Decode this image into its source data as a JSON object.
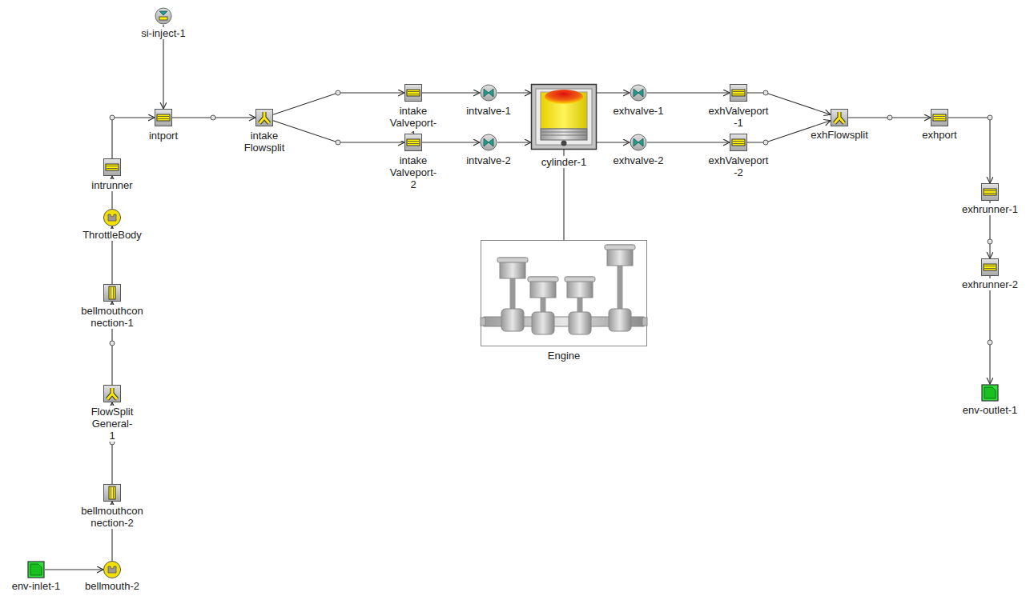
{
  "diagram": {
    "nodes": [
      {
        "text": [
          "si-inject-1"
        ]
      },
      {
        "text": [
          "intport"
        ]
      },
      {
        "text": [
          "intrunner"
        ]
      },
      {
        "text": [
          "ThrottleBody"
        ]
      },
      {
        "text": [
          "bellmouthcon nection-1"
        ]
      },
      {
        "text": [
          "FlowSplit General-1"
        ]
      },
      {
        "text": [
          "bellmouthcon nection-2"
        ]
      },
      {
        "text": [
          "env-inlet-1"
        ]
      },
      {
        "text": [
          "bellmouth-2"
        ]
      },
      {
        "text": [
          "intake Flowsplit"
        ]
      },
      {
        "text": [
          "intake Valveport-1"
        ]
      },
      {
        "text": [
          "intake Valveport-2"
        ]
      },
      {
        "text": [
          "intvalve-1"
        ]
      },
      {
        "text": [
          "intvalve-2"
        ]
      },
      {
        "text": [
          "cylinder-1"
        ]
      },
      {
        "text": [
          "Engine"
        ]
      },
      {
        "text": [
          "exhvalve-1"
        ]
      },
      {
        "text": [
          "exhvalve-2"
        ]
      },
      {
        "text": [
          "exhValveport -1"
        ]
      },
      {
        "text": [
          "exhValveport -2"
        ]
      },
      {
        "text": [
          "exhFlowsplit"
        ]
      },
      {
        "text": [
          "exhport"
        ]
      },
      {
        "text": [
          "exhrunner-1"
        ]
      },
      {
        "text": [
          "exhrunner-2"
        ]
      },
      {
        "text": [
          "env-outlet-1"
        ]
      }
    ],
    "edges": [
      {
        "from": 7,
        "to": 8,
        "arrow": "to"
      },
      {
        "from": 8,
        "to": 6,
        "arrow": "to"
      },
      {
        "from": 6,
        "to": 5,
        "arrow": "to"
      },
      {
        "from": 5,
        "to": 4,
        "arrow": "to"
      },
      {
        "from": 4,
        "to": 3,
        "arrow": "to"
      },
      {
        "from": 3,
        "to": 2,
        "arrow": "to"
      },
      {
        "from": 2,
        "to": 1,
        "arrow": "to"
      },
      {
        "from": 0,
        "to": 1,
        "arrow": "to"
      },
      {
        "from": 1,
        "to": 9,
        "arrow": "to"
      },
      {
        "from": 9,
        "to": 10,
        "arrow": "to"
      },
      {
        "from": 9,
        "to": 11,
        "arrow": "to"
      },
      {
        "from": 10,
        "to": 12,
        "arrow": "to"
      },
      {
        "from": 11,
        "to": 13,
        "arrow": "to"
      },
      {
        "from": 12,
        "to": 14,
        "arrow": "to"
      },
      {
        "from": 13,
        "to": 14,
        "arrow": "to"
      },
      {
        "from": 14,
        "to": 16,
        "arrow": "to"
      },
      {
        "from": 14,
        "to": 17,
        "arrow": "to"
      },
      {
        "from": 16,
        "to": 18,
        "arrow": "to"
      },
      {
        "from": 17,
        "to": 19,
        "arrow": "to"
      },
      {
        "from": 18,
        "to": 20,
        "arrow": "to"
      },
      {
        "from": 19,
        "to": 20,
        "arrow": "to"
      },
      {
        "from": 20,
        "to": 21,
        "arrow": "to"
      },
      {
        "from": 21,
        "to": 22,
        "arrow": "to"
      },
      {
        "from": 22,
        "to": 23,
        "arrow": "to"
      },
      {
        "from": 23,
        "to": 24,
        "arrow": "to"
      },
      {
        "from": 14,
        "to": 15,
        "arrow": "none"
      }
    ]
  }
}
